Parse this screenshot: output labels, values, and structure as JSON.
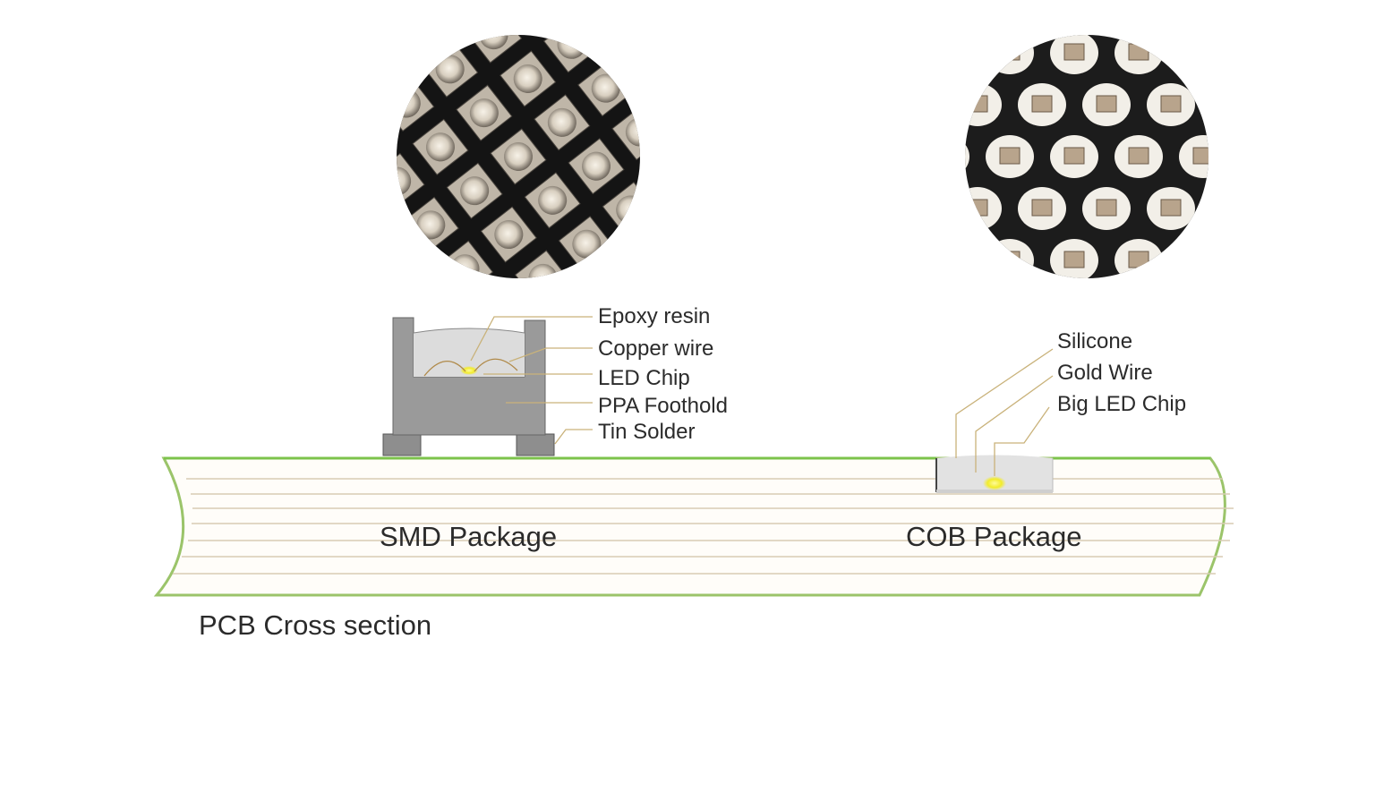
{
  "smd": {
    "title": "SMD Package",
    "labels": [
      "Epoxy resin",
      "Copper wire",
      "LED Chip",
      "PPA Foothold",
      "Tin Solder"
    ]
  },
  "cob": {
    "title": "COB Package",
    "labels": [
      "Silicone",
      "Gold Wire",
      "Big LED Chip"
    ]
  },
  "pcb": {
    "caption": "PCB Cross section"
  },
  "colors": {
    "pcb_outline": "#9bc46a",
    "pcb_top_edge": "#7cc34b",
    "pcb_lines": "#d8ccb4",
    "package_gray": "#9a9a9a",
    "package_dark": "#6f6f6f",
    "resin_fill": "#dcdcdc",
    "chip_glow": "#f4f03a",
    "leader_line": "#c9b27a",
    "photo_bg": "#1c1c1c"
  },
  "icons": {
    "smd_photo": "smd-led-closeup-icon",
    "cob_photo": "cob-led-closeup-icon"
  }
}
